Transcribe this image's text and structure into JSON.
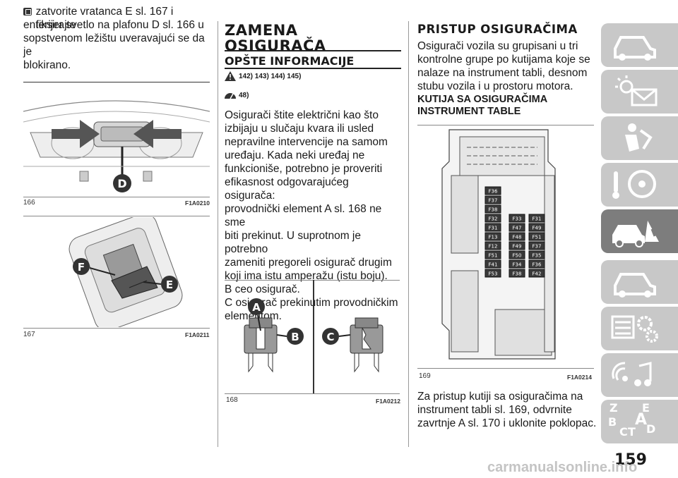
{
  "col1": {
    "bullet_text_1": "zatvorite vratanca E sl. 167 i fiksirajte",
    "text_lines": [
      "enterijer svetlo na plafonu D sl. 166 u",
      "sopstvenom ležištu uveravajući se da je",
      "blokirano."
    ],
    "fig166": {
      "num": "166",
      "code": "F1A0210",
      "callout": "D"
    },
    "fig167": {
      "num": "167",
      "code": "F1A0211",
      "callout_f": "F",
      "callout_e": "E"
    }
  },
  "col2": {
    "title": "ZAMENA OSIGURAČA",
    "subtitle": "OPŠTE INFORMACIJE",
    "warn1": "142) 143) 144) 145)",
    "warn2": "48)",
    "paragraph": [
      "Osigurači štite električni kao što",
      "izbijaju u slučaju kvara ili usled",
      "nepravilne intervencije na samom",
      "uređaju. Kada neki uređaj ne",
      "funkcioniše, potrebno je proveriti",
      "efikasnost odgovarajućeg osigurača:",
      "provodnički element A sl. 168 ne sme",
      "biti prekinut. U suprotnom je potrebno",
      "zameniti pregoreli osigurač drugim",
      "koji ima istu amperažu (istu boju).",
      "B ceo osigurač.",
      "C osigurač prekinutim provodničkim",
      "elementom."
    ],
    "fig168": {
      "num": "168",
      "code": "F1A0212",
      "callout_a": "A",
      "callout_b": "B",
      "callout_c": "C"
    }
  },
  "col3": {
    "title": "PRISTUP OSIGURAČIMA",
    "intro": [
      "Osigurači vozila su grupisani u tri",
      "kontrolne grupe po kutijama koje se",
      "nalaze na instrument tabli, desnom",
      "stubu vozila i u prostoru motora."
    ],
    "subhead": [
      "KUTIJA SA OSIGURAČIMA",
      "INSTRUMENT TABLE"
    ],
    "fig169": {
      "num": "169",
      "code": "F1A0214",
      "fuses_left": [
        "F36",
        "F37",
        "F38",
        "F32",
        "F31",
        "F13",
        "F12",
        "F51",
        "F41",
        "F53"
      ],
      "fuses_mid": [
        "F33",
        "F47",
        "F48",
        "F49",
        "F50",
        "F34",
        "F38"
      ],
      "fuses_right": [
        "F31",
        "F49",
        "F51",
        "F37",
        "F35",
        "F36",
        "F42"
      ]
    },
    "outro": [
      "Za pristup kutiji sa osiguračima na",
      "instrument tabli sl. 169, odvrnite",
      "zavrtnje A sl. 170 i uklonite poklopac."
    ]
  },
  "sidebar": {
    "tabs": [
      "dashboard-car-tab",
      "lights-warning-tab",
      "safety-tab",
      "driving-tab",
      "emergency-tab",
      "maintenance-tab",
      "technical-data-tab",
      "multimedia-tab",
      "index-tab"
    ],
    "active_index": 4,
    "index_letters": [
      "Z",
      "E",
      "B",
      "A",
      "C",
      "T",
      "D"
    ]
  },
  "page_number": "159",
  "footer": "carmanualsonline.info"
}
